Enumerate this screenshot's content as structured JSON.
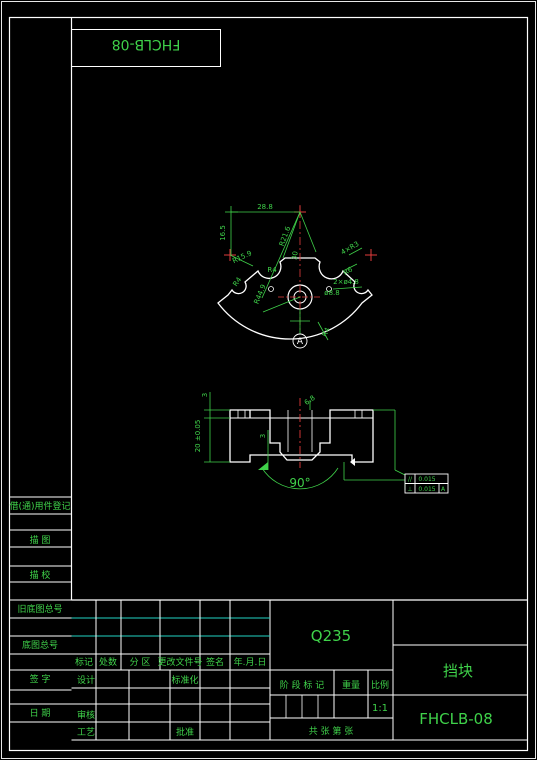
{
  "drawing": {
    "code": "FHCLB-08",
    "code_rotated": "FHCLB-08",
    "part_name": "挡块",
    "material": "Q235",
    "scale": "1:1"
  },
  "left_strip": {
    "labels": [
      "借(通)用件登记",
      "描 图",
      "描 校",
      "旧底图总号",
      "底图总号",
      "签 字",
      "日 期"
    ]
  },
  "title_block": {
    "headers": [
      "标记",
      "处数",
      "分 区",
      "更改文件号",
      "签名",
      "年.月.日"
    ],
    "row_design": "设计",
    "row_standard": "标准化",
    "row_review": "审核",
    "row_process": "工艺",
    "row_approve": "批准",
    "stage_mark": "阶 段 标 记",
    "weight": "重量",
    "scale_label": "比例",
    "sheet_info": "共 张 第 张"
  },
  "dimensions": {
    "d1": "28.8",
    "d2": "16.5",
    "d3": "R21.6",
    "d4": "R15.9",
    "d5": "30",
    "d6": "4×R3",
    "d7": "R4",
    "d8": "R6",
    "d9": "R4",
    "d10": "2×ø4.8",
    "d11": "ø8.8",
    "d12": "R44.9",
    "d13": "R4",
    "d14": "3",
    "d15": "20 ±0.05",
    "d16": "3",
    "d17": "6.8",
    "angle": "90°",
    "datum": "A"
  },
  "tolerance": {
    "row1_symbol": "//",
    "row1_value": "0.015",
    "row2_symbol": "⊥",
    "row2_value": "0.015",
    "row2_datum": "A"
  }
}
